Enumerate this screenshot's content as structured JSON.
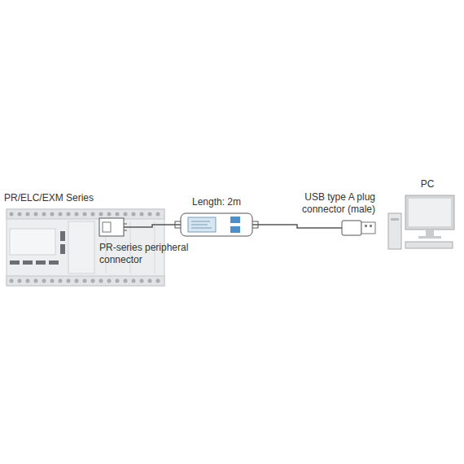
{
  "diagram": {
    "nodes": [
      {
        "text": [
          "PR/ELC/EXM Series"
        ]
      },
      {
        "text": [
          "PR-series peripheral connector"
        ]
      },
      {
        "text": [
          "Length: 2m"
        ]
      },
      {
        "text": [
          "USB type A plug connector (male)"
        ]
      },
      {
        "text": [
          "PC"
        ]
      }
    ],
    "edges": [
      {
        "from": 1,
        "to": 2,
        "arrow": "none"
      },
      {
        "from": 2,
        "to": 3,
        "arrow": "none"
      }
    ]
  }
}
